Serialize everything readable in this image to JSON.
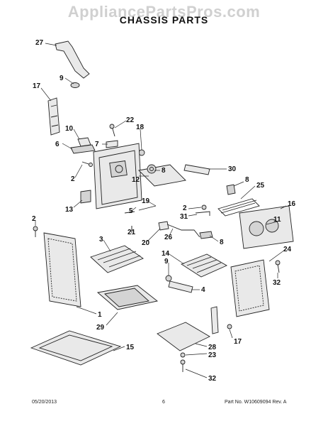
{
  "watermark": "AppliancePartsPros.com",
  "title": "CHASSIS PARTS",
  "footer": {
    "date": "05/20/2013",
    "page": "6",
    "part_no": "Part No. W10609094 Rev. A"
  },
  "callouts": [
    "27",
    "9",
    "17",
    "10",
    "6",
    "22",
    "18",
    "7",
    "8",
    "30",
    "2",
    "12",
    "8",
    "25",
    "13",
    "19",
    "5",
    "16",
    "2",
    "31",
    "11",
    "2",
    "21",
    "8",
    "3",
    "20",
    "26",
    "14",
    "24",
    "9",
    "4",
    "32",
    "1",
    "29",
    "17",
    "15",
    "28",
    "23",
    "32"
  ]
}
